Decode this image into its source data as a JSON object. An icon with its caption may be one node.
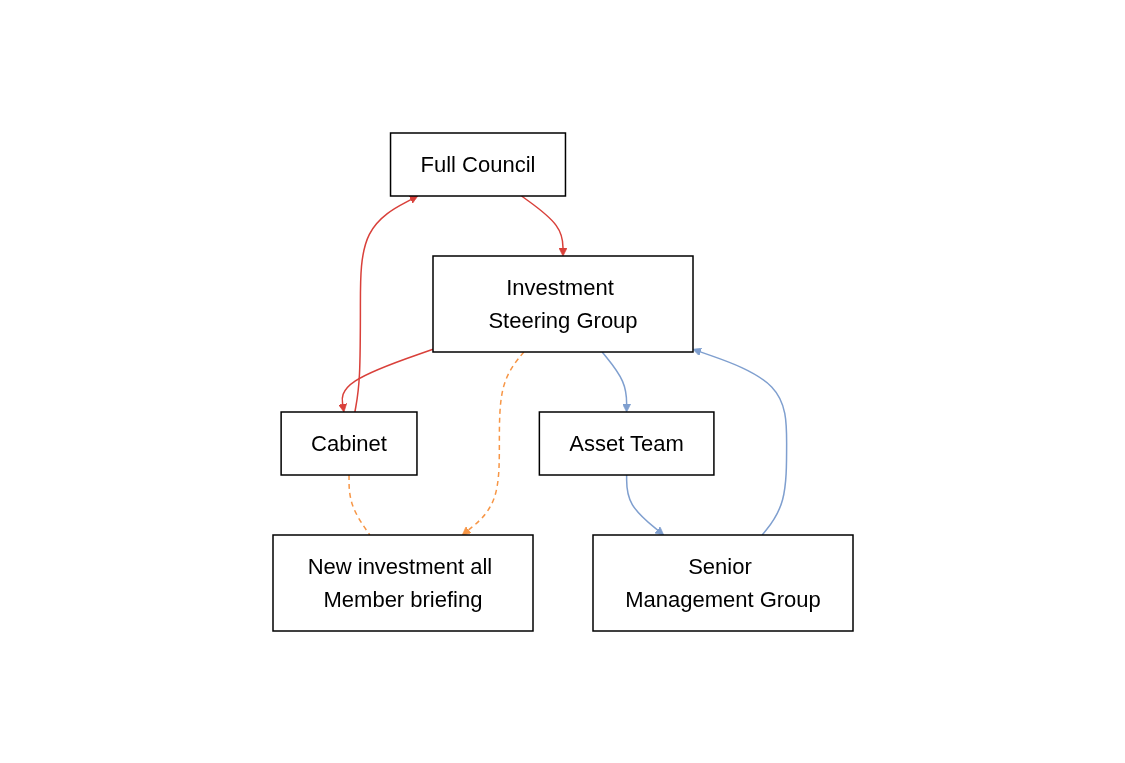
{
  "diagram": {
    "nodes": [
      {
        "text": [
          "Full Council"
        ]
      },
      {
        "text": [
          "Cabinet"
        ]
      },
      {
        "text": [
          "New investment all Member briefing"
        ]
      },
      {
        "text": [
          "Investment Steering Group"
        ]
      },
      {
        "text": [
          "Asset Team"
        ]
      },
      {
        "text": [
          "Senior Management Group"
        ]
      }
    ],
    "edges": [
      {
        "from": 0,
        "to": 3,
        "arrow": "to",
        "color": "#d9403a"
      },
      {
        "from": 3,
        "to": 1,
        "arrow": "to",
        "color": "#d9403a"
      },
      {
        "from": 1,
        "to": 0,
        "arrow": "to",
        "color": "#d9403a"
      },
      {
        "from": 1,
        "to": 2,
        "arrow": "none",
        "style": "dashed",
        "color": "#f79646"
      },
      {
        "from": 3,
        "to": 2,
        "arrow": "to",
        "style": "dashed",
        "color": "#f79646"
      },
      {
        "from": 3,
        "to": 4,
        "arrow": "to",
        "color": "#7f9fcf"
      },
      {
        "from": 4,
        "to": 5,
        "arrow": "to",
        "color": "#7f9fcf"
      },
      {
        "from": 5,
        "to": 3,
        "arrow": "to",
        "color": "#7f9fcf"
      }
    ]
  }
}
